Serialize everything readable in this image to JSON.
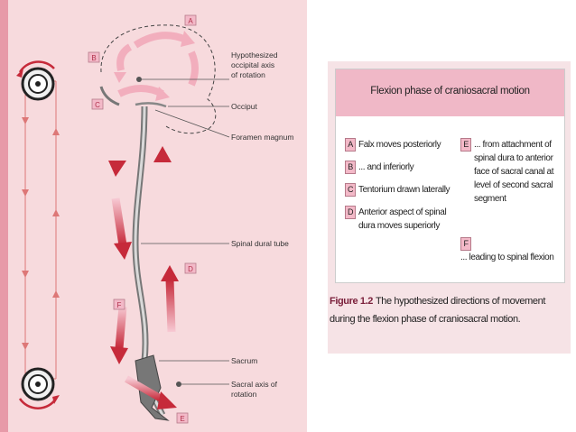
{
  "diagram": {
    "labels": {
      "occipital_axis": [
        "Hypothesized",
        "occipital axis",
        "of rotation"
      ],
      "occiput": "Occiput",
      "foramen_magnum": "Foramen magnum",
      "spinal_dural_tube": "Spinal dural tube",
      "sacrum": "Sacrum",
      "sacral_axis": [
        "Sacral axis of",
        "rotation"
      ]
    },
    "letters": {
      "a": "A",
      "b": "B",
      "c": "C",
      "d": "D",
      "e": "E",
      "f": "F"
    }
  },
  "panel": {
    "title": "Flexion phase of craniosacral motion",
    "items": [
      {
        "key": "A",
        "lines": [
          "Falx moves posteriorly"
        ]
      },
      {
        "key": "B",
        "lines": [
          "... and inferiorly"
        ]
      },
      {
        "key": "C",
        "lines": [
          "Tentorium drawn laterally"
        ]
      },
      {
        "key": "D",
        "lines": [
          "Anterior aspect of spinal",
          "dura moves superiorly"
        ]
      },
      {
        "key": "E",
        "lines": [
          "... from attachment of",
          "spinal dura to anterior",
          "face of sacral canal at",
          "level of second sacral",
          "segment"
        ]
      },
      {
        "key": "F",
        "lines": [
          "... leading to spinal flexion"
        ]
      }
    ]
  },
  "caption": {
    "figure_number": "Figure 1.2",
    "text": "The hypothesized directions of movement during the flexion phase of craniosacral motion."
  },
  "colors": {
    "figure_bg": "#f7dadd",
    "accent": "#c62a3a",
    "arrow_light": "#f2aebd",
    "title_bar": "#f0b8c7"
  }
}
